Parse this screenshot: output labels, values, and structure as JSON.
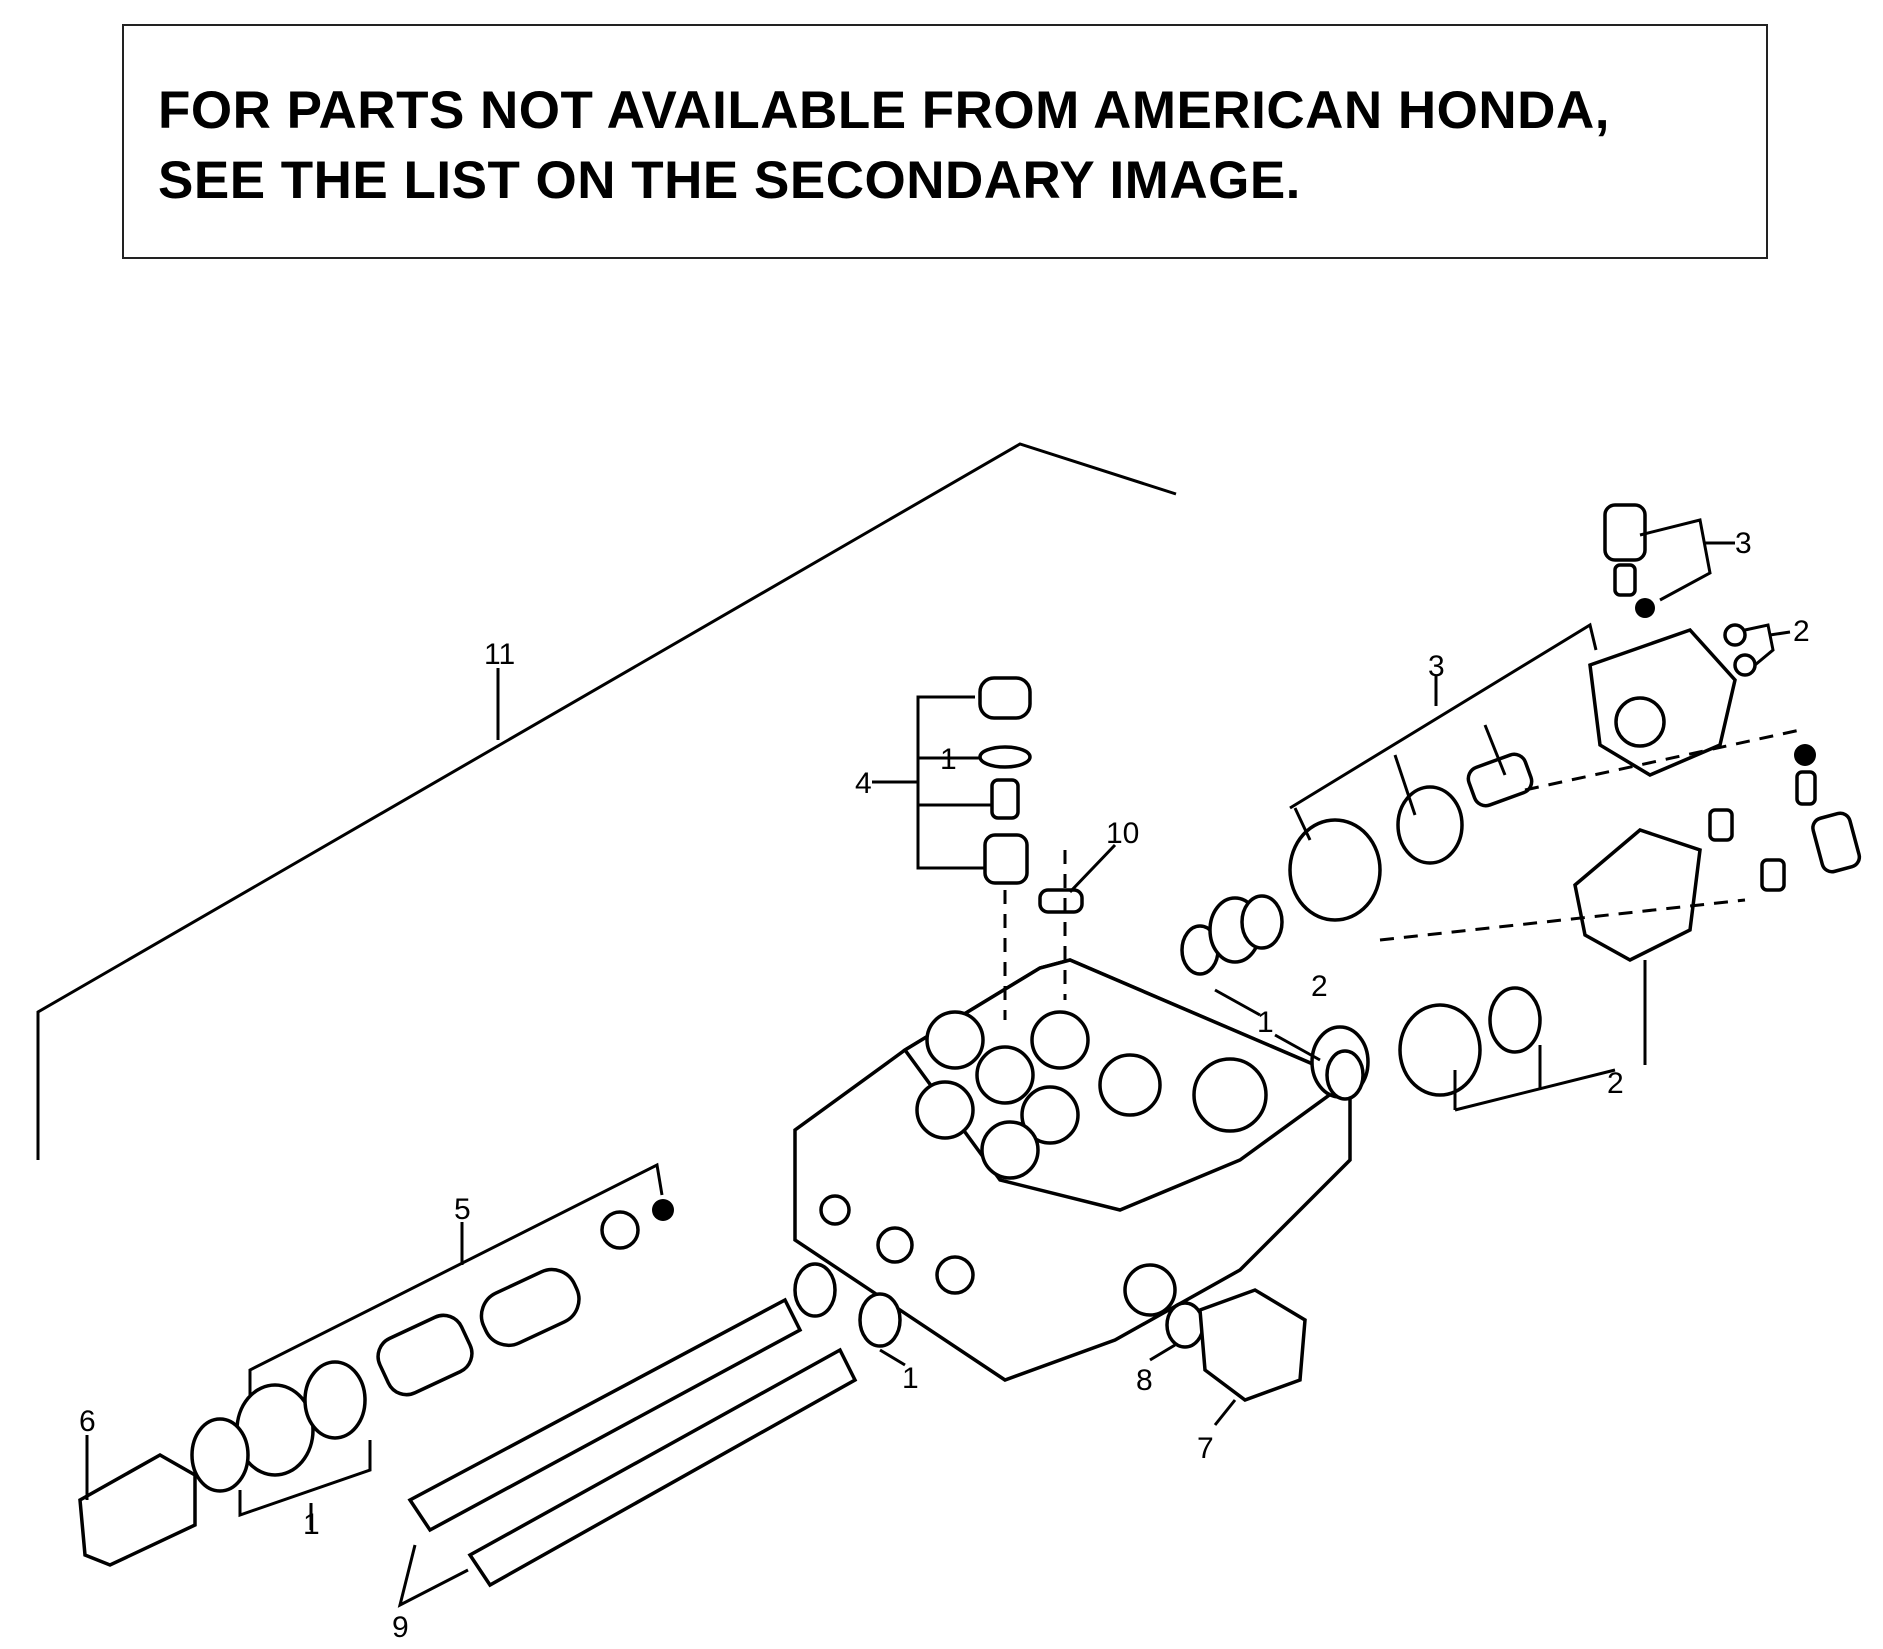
{
  "notice": {
    "line1": "FOR PARTS NOT AVAILABLE FROM AMERICAN HONDA,",
    "line2": "SEE THE LIST ON THE SECONDARY IMAGE."
  },
  "callouts": [
    "11",
    "4",
    "1",
    "10",
    "3",
    "3",
    "2",
    "2",
    "1",
    "2",
    "5",
    "6",
    "1",
    "1",
    "8",
    "7",
    "9"
  ]
}
